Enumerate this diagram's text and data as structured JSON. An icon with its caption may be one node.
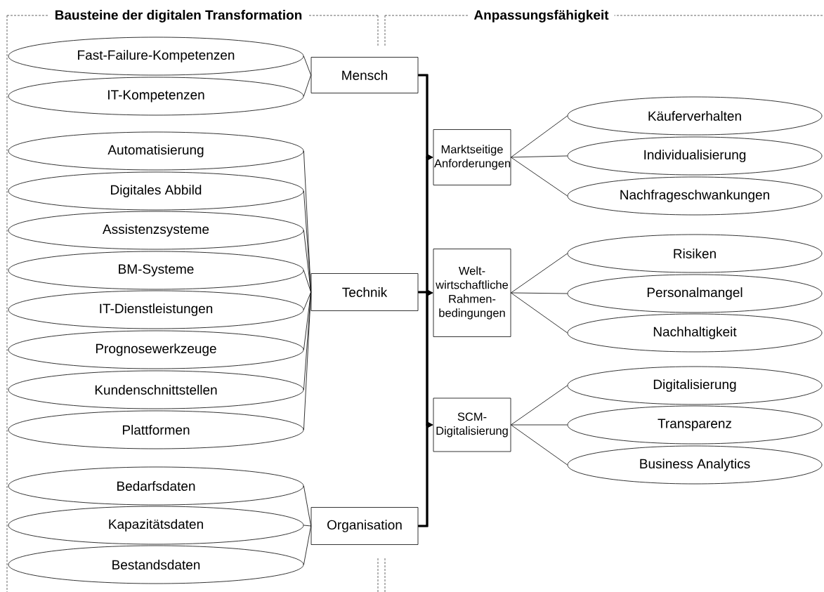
{
  "diagram": {
    "nodes": [
      {
        "text": [
          "Bausteine der digitalen Transformation"
        ]
      },
      {
        "text": [
          "Fast-Failure-Kompetenzen"
        ],
        "in": 0
      },
      {
        "text": [
          "IT-Kompetenzen"
        ],
        "in": 0
      },
      {
        "text": [
          "Mensch"
        ]
      },
      {
        "text": [
          "Automatisierung"
        ],
        "in": 0
      },
      {
        "text": [
          "Digitales Abbild"
        ],
        "in": 0
      },
      {
        "text": [
          "Assistenzsysteme"
        ],
        "in": 0
      },
      {
        "text": [
          "BM-Systeme"
        ],
        "in": 0
      },
      {
        "text": [
          "IT-Dienstleistungen"
        ],
        "in": 0
      },
      {
        "text": [
          "Prognosewerkzeuge"
        ],
        "in": 0
      },
      {
        "text": [
          "Kundenschnittstellen"
        ],
        "in": 0
      },
      {
        "text": [
          "Plattformen"
        ],
        "in": 0
      },
      {
        "text": [
          "Technik"
        ]
      },
      {
        "text": [
          "Bedarfsdaten"
        ],
        "in": 0
      },
      {
        "text": [
          "Kapazitätsdaten"
        ],
        "in": 0
      },
      {
        "text": [
          "Bestandsdaten"
        ],
        "in": 0
      },
      {
        "text": [
          "Organisation"
        ]
      },
      {
        "text": [
          "Anpassungsfähigkeit"
        ]
      },
      {
        "text": [
          "Marktseitige Anforderungen"
        ],
        "in": 17
      },
      {
        "text": [
          "Käuferverhalten"
        ],
        "in": 17
      },
      {
        "text": [
          "Individualisierung"
        ],
        "in": 17
      },
      {
        "text": [
          "Nachfrageschwankungen"
        ],
        "in": 17
      },
      {
        "text": [
          "Welt-wirtschaftliche Rahmen-bedingungen"
        ],
        "in": 17
      },
      {
        "text": [
          "Risiken"
        ],
        "in": 17
      },
      {
        "text": [
          "Personalmangel"
        ],
        "in": 17
      },
      {
        "text": [
          "Nachhaltigkeit"
        ],
        "in": 17
      },
      {
        "text": [
          "SCM-Digitalisierung"
        ],
        "in": 17
      },
      {
        "text": [
          "Digitalisierung"
        ],
        "in": 17
      },
      {
        "text": [
          "Transparenz"
        ],
        "in": 17
      },
      {
        "text": [
          "Business Analytics"
        ],
        "in": 17
      }
    ],
    "edges": [
      {
        "from": 1,
        "to": 3,
        "arrow": "none"
      },
      {
        "from": 2,
        "to": 3,
        "arrow": "none"
      },
      {
        "from": 4,
        "to": 12,
        "arrow": "none"
      },
      {
        "from": 5,
        "to": 12,
        "arrow": "none"
      },
      {
        "from": 6,
        "to": 12,
        "arrow": "none"
      },
      {
        "from": 7,
        "to": 12,
        "arrow": "none"
      },
      {
        "from": 8,
        "to": 12,
        "arrow": "none"
      },
      {
        "from": 9,
        "to": 12,
        "arrow": "none"
      },
      {
        "from": 10,
        "to": 12,
        "arrow": "none"
      },
      {
        "from": 11,
        "to": 12,
        "arrow": "none"
      },
      {
        "from": 13,
        "to": 16,
        "arrow": "none"
      },
      {
        "from": 14,
        "to": 16,
        "arrow": "none"
      },
      {
        "from": 15,
        "to": 16,
        "arrow": "none"
      },
      {
        "from": 3,
        "to": 18,
        "arrow": "to",
        "style": "thick"
      },
      {
        "from": 3,
        "to": 22,
        "arrow": "to",
        "style": "thick"
      },
      {
        "from": 3,
        "to": 26,
        "arrow": "to",
        "style": "thick"
      },
      {
        "from": 12,
        "to": 18,
        "arrow": "to",
        "style": "thick"
      },
      {
        "from": 12,
        "to": 22,
        "arrow": "to",
        "style": "thick"
      },
      {
        "from": 12,
        "to": 26,
        "arrow": "to",
        "style": "thick"
      },
      {
        "from": 16,
        "to": 18,
        "arrow": "to",
        "style": "thick"
      },
      {
        "from": 16,
        "to": 22,
        "arrow": "to",
        "style": "thick"
      },
      {
        "from": 16,
        "to": 26,
        "arrow": "to",
        "style": "thick"
      },
      {
        "from": 18,
        "to": 19,
        "arrow": "none"
      },
      {
        "from": 18,
        "to": 20,
        "arrow": "none"
      },
      {
        "from": 18,
        "to": 21,
        "arrow": "none"
      },
      {
        "from": 22,
        "to": 23,
        "arrow": "none"
      },
      {
        "from": 22,
        "to": 24,
        "arrow": "none"
      },
      {
        "from": 22,
        "to": 25,
        "arrow": "none"
      },
      {
        "from": 26,
        "to": 27,
        "arrow": "none"
      },
      {
        "from": 26,
        "to": 28,
        "arrow": "none"
      },
      {
        "from": 26,
        "to": 29,
        "arrow": "none"
      }
    ]
  }
}
